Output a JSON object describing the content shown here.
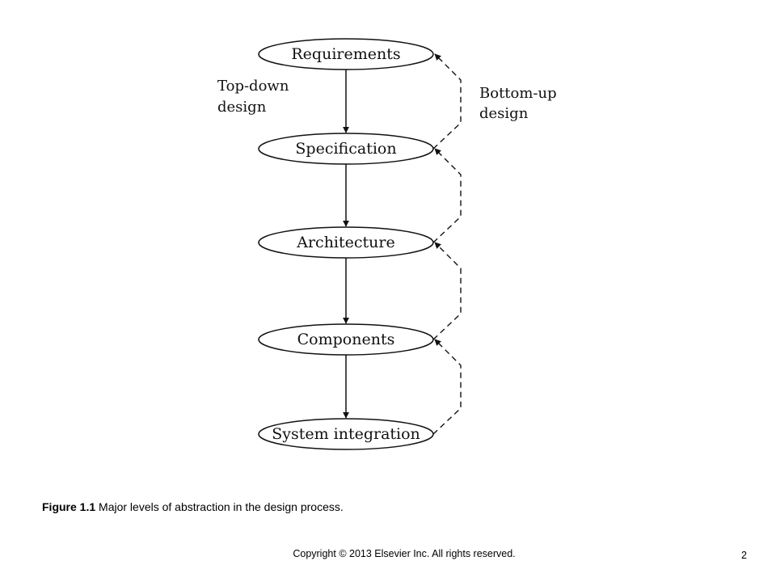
{
  "diagram": {
    "nodes": [
      "Requirements",
      "Specification",
      "Architecture",
      "Components",
      "System integration"
    ],
    "top_down_label": [
      "Top-down",
      "design"
    ],
    "bottom_up_label": [
      "Bottom-up",
      "design"
    ],
    "colors": {
      "stroke": "#111111",
      "background": "#ffffff"
    }
  },
  "caption": {
    "figure_number": "Figure 1.1",
    "text": " Major levels of abstraction in the design process."
  },
  "footer": {
    "copyright": "Copyright © 2013 Elsevier Inc. All rights reserved.",
    "page_number": "2"
  }
}
